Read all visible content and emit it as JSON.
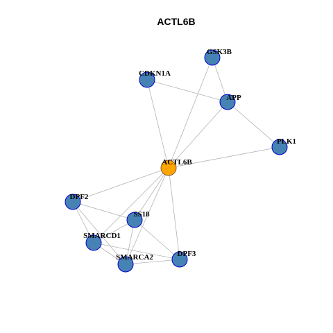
{
  "title": "ACTL6B",
  "colors": {
    "center_fill": "#FFA500",
    "center_stroke": "#8B5A2B",
    "node_fill": "#4682B4",
    "node_stroke": "#0000CD",
    "edge": "#B3B3B3"
  },
  "nodes": [
    {
      "id": "ACTL6B",
      "label": "ACTL6B",
      "center": true
    },
    {
      "id": "GSK3B",
      "label": "GSK3B"
    },
    {
      "id": "CDKN1A",
      "label": "CDKN1A"
    },
    {
      "id": "APP",
      "label": "APP"
    },
    {
      "id": "PLK1",
      "label": "PLK1"
    },
    {
      "id": "DPF2",
      "label": "DPF2"
    },
    {
      "id": "SS18",
      "label": "SS18"
    },
    {
      "id": "SMARCD1",
      "label": "SMARCD1"
    },
    {
      "id": "SMARCA2",
      "label": "SMARCA2"
    },
    {
      "id": "DPF3",
      "label": "DPF3"
    }
  ],
  "edges": [
    [
      "ACTL6B",
      "GSK3B"
    ],
    [
      "ACTL6B",
      "CDKN1A"
    ],
    [
      "ACTL6B",
      "APP"
    ],
    [
      "ACTL6B",
      "PLK1"
    ],
    [
      "ACTL6B",
      "DPF2"
    ],
    [
      "ACTL6B",
      "SS18"
    ],
    [
      "ACTL6B",
      "SMARCD1"
    ],
    [
      "ACTL6B",
      "SMARCA2"
    ],
    [
      "ACTL6B",
      "DPF3"
    ],
    [
      "GSK3B",
      "APP"
    ],
    [
      "CDKN1A",
      "APP"
    ],
    [
      "APP",
      "PLK1"
    ],
    [
      "DPF2",
      "SS18"
    ],
    [
      "DPF2",
      "SMARCD1"
    ],
    [
      "DPF2",
      "SMARCA2"
    ],
    [
      "SS18",
      "SMARCD1"
    ],
    [
      "SS18",
      "SMARCA2"
    ],
    [
      "SS18",
      "DPF3"
    ],
    [
      "SMARCD1",
      "SMARCA2"
    ],
    [
      "SMARCD1",
      "DPF3"
    ],
    [
      "SMARCA2",
      "DPF3"
    ]
  ]
}
